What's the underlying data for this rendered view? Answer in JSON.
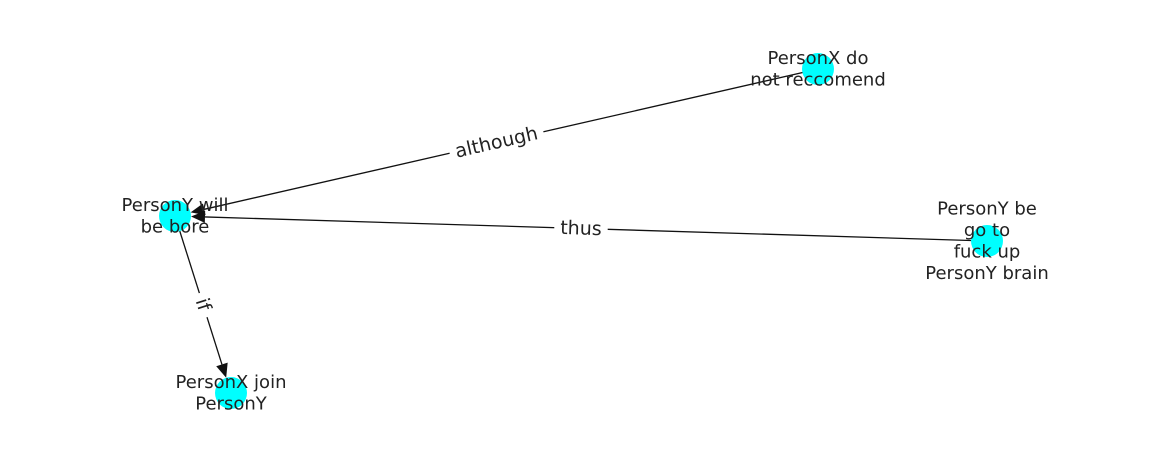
{
  "colors": {
    "node_fill": "#00ffff",
    "edge": "#111111",
    "text": "#222222",
    "background": "#ffffff"
  },
  "nodes": [
    {
      "id": "n_bore",
      "lines": [
        "PersonY will",
        "be bore"
      ]
    },
    {
      "id": "n_recommend",
      "lines": [
        "PersonX do",
        "not reccomend"
      ]
    },
    {
      "id": "n_brain",
      "lines": [
        "PersonY be",
        "go to",
        "fuck up",
        "PersonY brain"
      ]
    },
    {
      "id": "n_join",
      "lines": [
        "PersonX join",
        "PersonY"
      ]
    }
  ],
  "edges": [
    {
      "id": "e_although",
      "from": "n_recommend",
      "to": "n_bore",
      "label": "although"
    },
    {
      "id": "e_thus",
      "from": "n_brain",
      "to": "n_bore",
      "label": "thus"
    },
    {
      "id": "e_if",
      "from": "n_bore",
      "to": "n_join",
      "label": "if"
    }
  ]
}
